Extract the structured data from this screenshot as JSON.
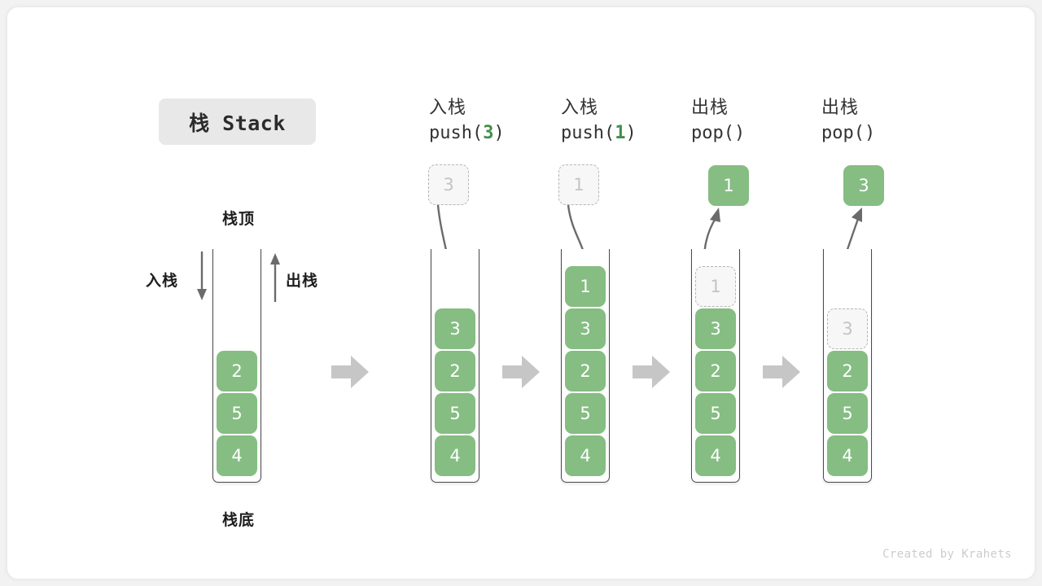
{
  "title": {
    "label": "栈 Stack"
  },
  "labels": {
    "top": "栈顶",
    "bottom": "栈底",
    "push_side": "入栈",
    "pop_side": "出栈"
  },
  "footer": {
    "credit": "Created by Krahets"
  },
  "colors": {
    "element_fill": "#85bd82",
    "element_text": "#ffffff",
    "ghost_fill": "#f7f7f7",
    "ghost_border": "#b6b6b6",
    "ghost_text": "#c4c4c4",
    "tube_stroke": "#4a4a4a",
    "arrow_gray": "#6b6b6b",
    "flow_arrow": "#c6c6c6",
    "accent_green": "#3f8f4a",
    "title_pill_bg": "#e8e8e8"
  },
  "columns": [
    {
      "id": "initial",
      "head_cn": "",
      "head_code": "",
      "stack": [
        "2",
        "5",
        "4"
      ],
      "incoming": null,
      "ghost": null,
      "popped": null
    },
    {
      "id": "push-3",
      "head_cn": "入栈",
      "head_code_prefix": "push(",
      "head_code_arg": "3",
      "head_code_suffix": ")",
      "stack": [
        "3",
        "2",
        "5",
        "4"
      ],
      "incoming": "3",
      "ghost": null,
      "popped": null
    },
    {
      "id": "push-1",
      "head_cn": "入栈",
      "head_code_prefix": "push(",
      "head_code_arg": "1",
      "head_code_suffix": ")",
      "stack": [
        "1",
        "3",
        "2",
        "5",
        "4"
      ],
      "incoming": "1",
      "ghost": null,
      "popped": null
    },
    {
      "id": "pop-1",
      "head_cn": "出栈",
      "head_code_prefix": "pop(",
      "head_code_arg": "",
      "head_code_suffix": ")",
      "stack": [
        "3",
        "2",
        "5",
        "4"
      ],
      "incoming": null,
      "ghost": "1",
      "popped": "1"
    },
    {
      "id": "pop-2",
      "head_cn": "出栈",
      "head_code_prefix": "pop(",
      "head_code_arg": "",
      "head_code_suffix": ")",
      "stack": [
        "2",
        "5",
        "4"
      ],
      "incoming": null,
      "ghost": "3",
      "popped": "3"
    }
  ],
  "flow_arrows": 4
}
